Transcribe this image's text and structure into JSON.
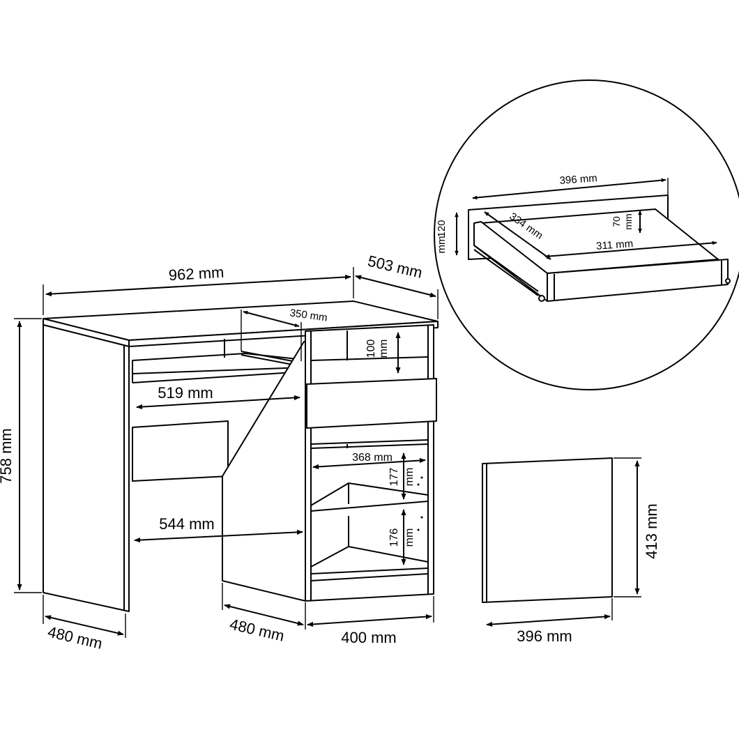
{
  "desk": {
    "width": "962 mm",
    "depth_top": "503 mm",
    "height": "758 mm",
    "keyboard_tray_depth": "350 mm",
    "keyboard_shelf_width": "519 mm",
    "knee_width": "544 mm",
    "upper_niche_height_value": "100",
    "upper_niche_height_unit": "mm",
    "shelf_width": "368 mm",
    "shelf1_height_value": "177",
    "shelf1_height_unit": "mm",
    "shelf2_height_value": "176",
    "shelf2_height_unit": "mm",
    "left_side_depth": "480 mm",
    "right_side_depth": "480 mm",
    "cabinet_width": "400 mm"
  },
  "drawer_detail": {
    "front_width": "396 mm",
    "height_value": "120",
    "height_unit": "mm",
    "inner_depth": "334 mm",
    "inner_height_value": "70",
    "inner_height_unit": "mm",
    "inner_width": "311 mm"
  },
  "drawer_front": {
    "width": "396 mm",
    "height": "413 mm"
  }
}
